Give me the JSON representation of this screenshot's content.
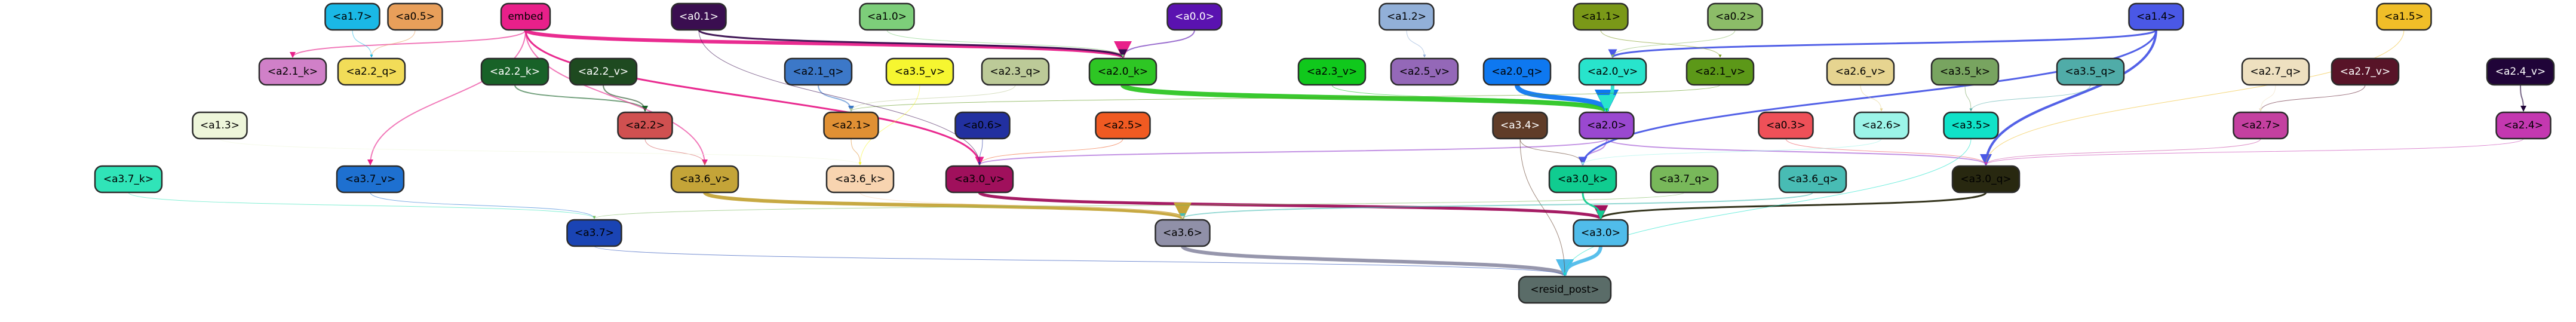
{
  "graph": {
    "nodes": [
      {
        "id": "a1.7",
        "label": "<a1.7>",
        "color": "#1ab8e6",
        "text_color": "#000000"
      },
      {
        "id": "a0.5",
        "label": "<a0.5>",
        "color": "#e89f5a",
        "text_color": "#000000"
      },
      {
        "id": "embed",
        "label": "embed",
        "color": "#e8208a",
        "text_color": "#000000"
      },
      {
        "id": "a0.1",
        "label": "<a0.1>",
        "color": "#3a0e50",
        "text_color": "#ffffff"
      },
      {
        "id": "a1.0",
        "label": "<a1.0>",
        "color": "#7dce7a",
        "text_color": "#000000"
      },
      {
        "id": "a0.0",
        "label": "<a0.0>",
        "color": "#5a12b0",
        "text_color": "#ffffff"
      },
      {
        "id": "a1.2",
        "label": "<a1.2>",
        "color": "#92b0d8",
        "text_color": "#000000"
      },
      {
        "id": "a1.1",
        "label": "<a1.1>",
        "color": "#7a9818",
        "text_color": "#000000"
      },
      {
        "id": "a0.2",
        "label": "<a0.2>",
        "color": "#8cbc68",
        "text_color": "#000000"
      },
      {
        "id": "a1.4",
        "label": "<a1.4>",
        "color": "#4a58e6",
        "text_color": "#000000"
      },
      {
        "id": "a1.5",
        "label": "<a1.5>",
        "color": "#f0be28",
        "text_color": "#000000"
      },
      {
        "id": "a2.1_k",
        "label": "<a2.1_k>",
        "color": "#d080c8",
        "text_color": "#000000"
      },
      {
        "id": "a2.2_q",
        "label": "<a2.2_q>",
        "color": "#f2dc58",
        "text_color": "#000000"
      },
      {
        "id": "a2.2_k",
        "label": "<a2.2_k>",
        "color": "#186228",
        "text_color": "#ffffff"
      },
      {
        "id": "a2.2_v",
        "label": "<a2.2_v>",
        "color": "#1e4a20",
        "text_color": "#ffffff"
      },
      {
        "id": "a2.1_q",
        "label": "<a2.1_q>",
        "color": "#3c78c8",
        "text_color": "#000000"
      },
      {
        "id": "a3.5_v",
        "label": "<a3.5_v>",
        "color": "#f6f630",
        "text_color": "#000000"
      },
      {
        "id": "a2.3_q",
        "label": "<a2.3_q>",
        "color": "#bcca98",
        "text_color": "#000000"
      },
      {
        "id": "a2.0_k",
        "label": "<a2.0_k>",
        "color": "#2ec624",
        "text_color": "#000000"
      },
      {
        "id": "a2.3_v",
        "label": "<a2.3_v>",
        "color": "#10c81c",
        "text_color": "#000000"
      },
      {
        "id": "a2.5_v",
        "label": "<a2.5_v>",
        "color": "#9468b8",
        "text_color": "#000000"
      },
      {
        "id": "a2.0_q",
        "label": "<a2.0_q>",
        "color": "#0e78f0",
        "text_color": "#000000"
      },
      {
        "id": "a2.0_v",
        "label": "<a2.0_v>",
        "color": "#28e4cc",
        "text_color": "#000000"
      },
      {
        "id": "a2.1_v",
        "label": "<a2.1_v>",
        "color": "#5c9818",
        "text_color": "#000000"
      },
      {
        "id": "a2.6_v",
        "label": "<a2.6_v>",
        "color": "#e6d490",
        "text_color": "#000000"
      },
      {
        "id": "a3.5_k",
        "label": "<a3.5_k>",
        "color": "#78a460",
        "text_color": "#000000"
      },
      {
        "id": "a3.5_q",
        "label": "<a3.5_q>",
        "color": "#50aca8",
        "text_color": "#000000"
      },
      {
        "id": "a2.7_q",
        "label": "<a2.7_q>",
        "color": "#eee0c0",
        "text_color": "#000000"
      },
      {
        "id": "a2.7_v",
        "label": "<a2.7_v>",
        "color": "#581428",
        "text_color": "#ffffff"
      },
      {
        "id": "a2.4_v",
        "label": "<a2.4_v>",
        "color": "#200438",
        "text_color": "#ffffff"
      },
      {
        "id": "a1.3",
        "label": "<a1.3>",
        "color": "#eef6da",
        "text_color": "#000000"
      },
      {
        "id": "a2.2",
        "label": "<a2.2>",
        "color": "#d05050",
        "text_color": "#000000"
      },
      {
        "id": "a2.1",
        "label": "<a2.1>",
        "color": "#e09034",
        "text_color": "#000000"
      },
      {
        "id": "a0.6",
        "label": "<a0.6>",
        "color": "#2230a0",
        "text_color": "#000000"
      },
      {
        "id": "a2.5",
        "label": "<a2.5>",
        "color": "#f05a22",
        "text_color": "#000000"
      },
      {
        "id": "a3.4",
        "label": "<a3.4>",
        "color": "#603c28",
        "text_color": "#ffffff"
      },
      {
        "id": "a2.0",
        "label": "<a2.0>",
        "color": "#9a48d0",
        "text_color": "#000000"
      },
      {
        "id": "a0.3",
        "label": "<a0.3>",
        "color": "#ee5058",
        "text_color": "#000000"
      },
      {
        "id": "a2.6",
        "label": "<a2.6>",
        "color": "#9cf4e8",
        "text_color": "#000000"
      },
      {
        "id": "a3.5",
        "label": "<a3.5>",
        "color": "#10e2c8",
        "text_color": "#000000"
      },
      {
        "id": "a2.7",
        "label": "<a2.7>",
        "color": "#c440a0",
        "text_color": "#000000"
      },
      {
        "id": "a2.4",
        "label": "<a2.4>",
        "color": "#c438b0",
        "text_color": "#000000"
      },
      {
        "id": "a3.7_k",
        "label": "<a3.7_k>",
        "color": "#30e4b8",
        "text_color": "#000000"
      },
      {
        "id": "a3.7_v",
        "label": "<a3.7_v>",
        "color": "#1e70d0",
        "text_color": "#000000"
      },
      {
        "id": "a3.6_v",
        "label": "<a3.6_v>",
        "color": "#c4a438",
        "text_color": "#000000"
      },
      {
        "id": "a3.6_k",
        "label": "<a3.6_k>",
        "color": "#f8d4b0",
        "text_color": "#000000"
      },
      {
        "id": "a3.0_v",
        "label": "<a3.0_v>",
        "color": "#a0105c",
        "text_color": "#000000"
      },
      {
        "id": "a3.0_k",
        "label": "<a3.0_k>",
        "color": "#10cc90",
        "text_color": "#000000"
      },
      {
        "id": "a3.7_q",
        "label": "<a3.7_q>",
        "color": "#78b85a",
        "text_color": "#000000"
      },
      {
        "id": "a3.6_q",
        "label": "<a3.6_q>",
        "color": "#48bcb4",
        "text_color": "#000000"
      },
      {
        "id": "a3.0_q",
        "label": "<a3.0_q>",
        "color": "#282810",
        "text_color": "#000000"
      },
      {
        "id": "a3.7",
        "label": "<a3.7>",
        "color": "#1a44b4",
        "text_color": "#000000"
      },
      {
        "id": "a3.6",
        "label": "<a3.6>",
        "color": "#9090a8",
        "text_color": "#000000"
      },
      {
        "id": "a3.0",
        "label": "<a3.0>",
        "color": "#50bcea",
        "text_color": "#000000"
      },
      {
        "id": "resid_post",
        "label": "<resid_post>",
        "color": "#5a6c68",
        "text_color": "#000000"
      }
    ],
    "edges": [
      {
        "from": "a3.6",
        "to": "resid_post",
        "color": "#9090a8",
        "weight": 6
      },
      {
        "from": "a3.0",
        "to": "resid_post",
        "color": "#50bcea",
        "weight": 6
      },
      {
        "from": "a3.7",
        "to": "resid_post",
        "color": "#1a44b4",
        "weight": 1
      },
      {
        "from": "a3.0_v",
        "to": "a3.0",
        "color": "#a0105c",
        "weight": 5
      },
      {
        "from": "a3.0_q",
        "to": "a3.0",
        "color": "#282810",
        "weight": 3
      },
      {
        "from": "a3.0_k",
        "to": "a3.0",
        "color": "#10cc90",
        "weight": 3
      },
      {
        "from": "a3.6_v",
        "to": "a3.6",
        "color": "#c4a438",
        "weight": 6
      },
      {
        "from": "a3.7_v",
        "to": "a3.7",
        "color": "#1e70d0",
        "weight": 1
      },
      {
        "from": "a3.7_k",
        "to": "a3.7",
        "color": "#30e4b8",
        "weight": 1
      },
      {
        "from": "a2.0_k",
        "to": "a2.0",
        "color": "#2ec624",
        "weight": 8
      },
      {
        "from": "a2.0_q",
        "to": "a2.0",
        "color": "#0e78f0",
        "weight": 8
      },
      {
        "from": "a2.0_v",
        "to": "a2.0",
        "color": "#28e4cc",
        "weight": 6
      },
      {
        "from": "a2.0",
        "to": "a3.0_k",
        "color": "#9a48d0",
        "weight": 2
      },
      {
        "from": "a2.0",
        "to": "a3.0_v",
        "color": "#9a48d0",
        "weight": 2
      },
      {
        "from": "a2.0",
        "to": "a3.0_q",
        "color": "#9a48d0",
        "weight": 2
      },
      {
        "from": "a2.2_v",
        "to": "a2.2",
        "color": "#1e4a20",
        "weight": 2
      },
      {
        "from": "a2.2_k",
        "to": "a2.2",
        "color": "#186228",
        "weight": 2
      },
      {
        "from": "a2.1_q",
        "to": "a2.1",
        "color": "#3c78c8",
        "weight": 2
      },
      {
        "from": "a2.1_v",
        "to": "a2.1",
        "color": "#5c9818",
        "weight": 1
      },
      {
        "from": "a0.0",
        "to": "a2.0_k",
        "color": "#5a12b0",
        "weight": 2
      },
      {
        "from": "a1.4",
        "to": "a2.0_v",
        "color": "#4a58e6",
        "weight": 3
      },
      {
        "from": "a1.4",
        "to": "a3.0_q",
        "color": "#4a58e6",
        "weight": 4
      },
      {
        "from": "a1.4",
        "to": "a3.0_k",
        "color": "#4a58e6",
        "weight": 3
      },
      {
        "from": "embed",
        "to": "a2.0_k",
        "color": "#e8208a",
        "weight": 6
      },
      {
        "from": "embed",
        "to": "a3.0_v",
        "color": "#e8208a",
        "weight": 3
      },
      {
        "from": "embed",
        "to": "a2.1_k",
        "color": "#e8208a",
        "weight": 2
      },
      {
        "from": "embed",
        "to": "a3.7_v",
        "color": "#e8208a",
        "weight": 2
      },
      {
        "from": "embed",
        "to": "a3.6_v",
        "color": "#e8208a",
        "weight": 2
      },
      {
        "from": "a0.1",
        "to": "a2.0_k",
        "color": "#3a0e50",
        "weight": 3
      },
      {
        "from": "a0.1",
        "to": "a3.0_v",
        "color": "#3a0e50",
        "weight": 1
      },
      {
        "from": "a1.0",
        "to": "a2.0_k",
        "color": "#7dce7a",
        "weight": 1
      },
      {
        "from": "a1.5",
        "to": "a3.0_q",
        "color": "#f0be28",
        "weight": 1
      },
      {
        "from": "a2.7_v",
        "to": "a2.7",
        "color": "#581428",
        "weight": 1
      },
      {
        "from": "a2.4_v",
        "to": "a2.4",
        "color": "#200438",
        "weight": 2
      },
      {
        "from": "a2.6_v",
        "to": "a2.6",
        "color": "#e6d490",
        "weight": 1
      },
      {
        "from": "a3.5_k",
        "to": "a3.5",
        "color": "#78a460",
        "weight": 1
      },
      {
        "from": "a3.5_q",
        "to": "a3.5",
        "color": "#50aca8",
        "weight": 1
      },
      {
        "from": "a3.4",
        "to": "a3.0_k",
        "color": "#603c28",
        "weight": 1
      },
      {
        "from": "a3.4",
        "to": "resid_post",
        "color": "#603c28",
        "weight": 1
      },
      {
        "from": "a2.5",
        "to": "a3.0_v",
        "color": "#f05a22",
        "weight": 1
      },
      {
        "from": "a0.6",
        "to": "a3.0_v",
        "color": "#2230a0",
        "weight": 1
      },
      {
        "from": "a2.1",
        "to": "a3.6_k",
        "color": "#e09034",
        "weight": 1
      },
      {
        "from": "a2.2",
        "to": "a3.6_v",
        "color": "#d05050",
        "weight": 1
      },
      {
        "from": "a0.3",
        "to": "a3.0_q",
        "color": "#ee5058",
        "weight": 1
      },
      {
        "from": "a2.7",
        "to": "a3.0_q",
        "color": "#c440a0",
        "weight": 1
      },
      {
        "from": "a2.4",
        "to": "a3.0_q",
        "color": "#c438b0",
        "weight": 1
      },
      {
        "from": "a3.6_q",
        "to": "a3.6",
        "color": "#48bcb4",
        "weight": 2
      },
      {
        "from": "a3.6_k",
        "to": "a3.6",
        "color": "#f8d4b0",
        "weight": 1
      },
      {
        "from": "a3.7_q",
        "to": "a3.7",
        "color": "#78b85a",
        "weight": 1
      },
      {
        "from": "a1.2",
        "to": "a2.5_v",
        "color": "#92b0d8",
        "weight": 1
      },
      {
        "from": "a1.1",
        "to": "a2.1_v",
        "color": "#7a9818",
        "weight": 1
      },
      {
        "from": "a0.2",
        "to": "a2.0_v",
        "color": "#8cbc68",
        "weight": 1
      },
      {
        "from": "a0.5",
        "to": "a2.2_q",
        "color": "#e89f5a",
        "weight": 1
      },
      {
        "from": "a1.7",
        "to": "a2.2_q",
        "color": "#1ab8e6",
        "weight": 1
      },
      {
        "from": "a1.3",
        "to": "a3.6_k",
        "color": "#eef6da",
        "weight": 1
      },
      {
        "from": "a2.3_q",
        "to": "a2.1",
        "color": "#bcca98",
        "weight": 1
      },
      {
        "from": "a2.3_v",
        "to": "a2.0",
        "color": "#10c81c",
        "weight": 1
      },
      {
        "from": "a3.5_v",
        "to": "a3.6_k",
        "color": "#f6f630",
        "weight": 1
      },
      {
        "from": "a3.5",
        "to": "resid_post",
        "color": "#10e2c8",
        "weight": 1
      },
      {
        "from": "a2.6",
        "to": "a3.0_k",
        "color": "#9cf4e8",
        "weight": 1
      },
      {
        "from": "a2.7_q",
        "to": "a2.7",
        "color": "#eee0c0",
        "weight": 1
      }
    ]
  }
}
